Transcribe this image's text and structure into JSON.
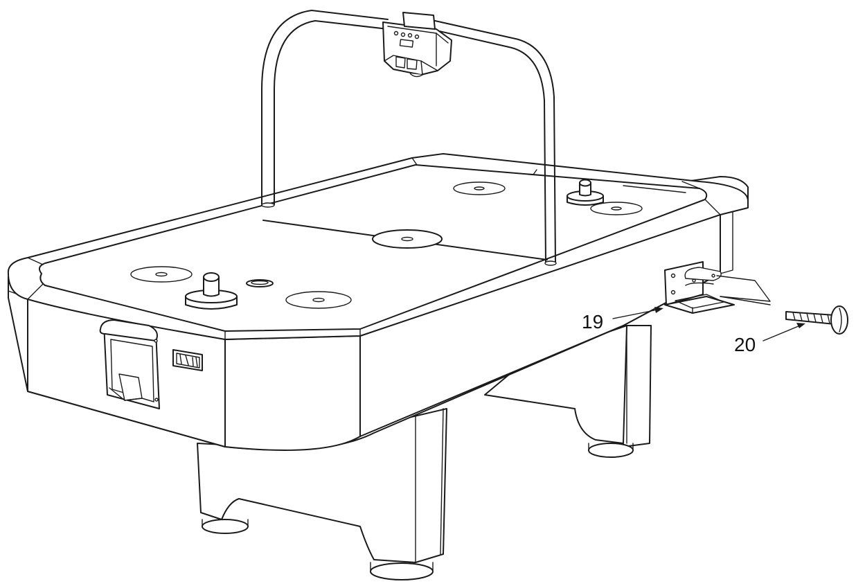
{
  "diagram": {
    "callouts": [
      {
        "id": "19",
        "text": "19"
      },
      {
        "id": "20",
        "text": "20"
      }
    ],
    "colors": {
      "line": "#1a1a1a",
      "background": "#ffffff"
    }
  }
}
